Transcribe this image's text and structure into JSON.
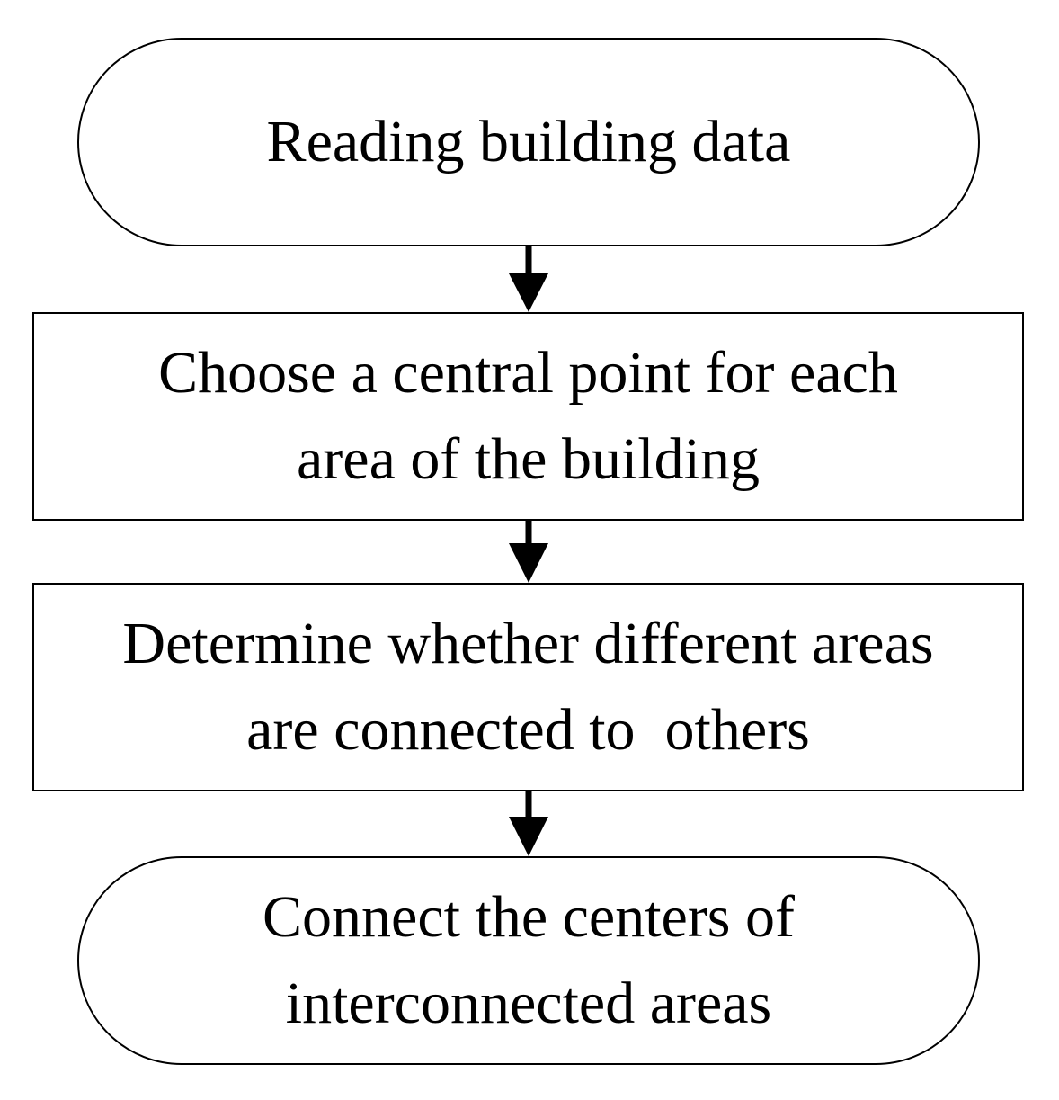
{
  "flowchart": {
    "steps": [
      {
        "shape": "terminal",
        "lines": [
          "Reading building data"
        ]
      },
      {
        "shape": "process",
        "lines": [
          "Choose a central point for each",
          "area of the building"
        ]
      },
      {
        "shape": "process",
        "lines": [
          "Determine whether different areas",
          "are connected to  others"
        ]
      },
      {
        "shape": "terminal",
        "lines": [
          "Connect the centers of",
          "interconnected areas"
        ]
      }
    ]
  },
  "colors": {
    "stroke": "#000000",
    "background": "#ffffff",
    "text": "#000000"
  }
}
